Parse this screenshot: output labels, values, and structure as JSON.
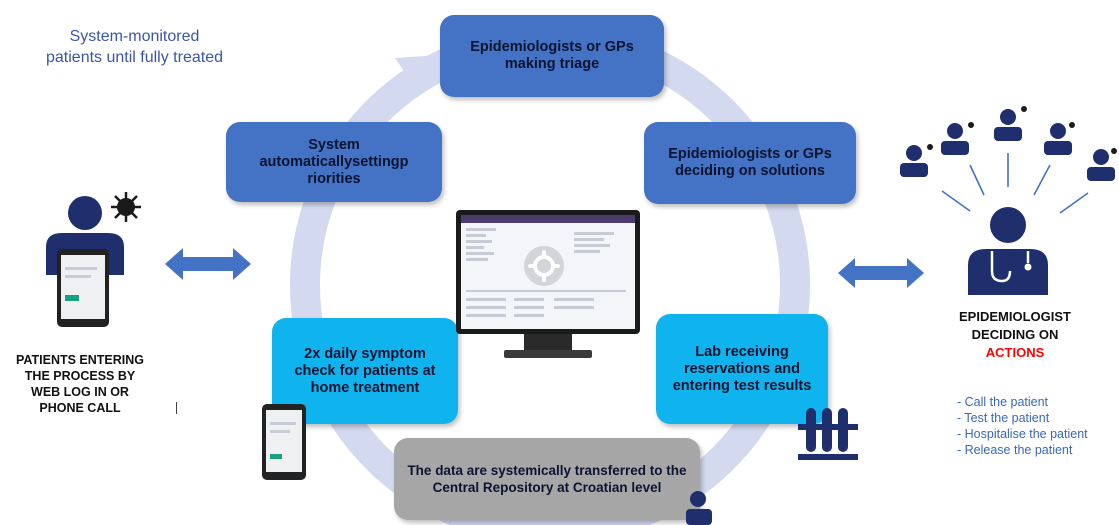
{
  "top_note": {
    "line1": "System-monitored",
    "line2": "patients until fully treated"
  },
  "boxes": {
    "triage": "Epidemiologists or GPs making triage",
    "priorities": "System automaticallysettingp riorities",
    "solutions": "Epidemiologists or GPs deciding on solutions",
    "symptom_check": "2x daily symptom check for patients at home treatment",
    "lab": "Lab receiving reservations and entering test results",
    "repository": "The data are systemically transferred to the Central Repository at Croatian level"
  },
  "patients_caption": [
    "PATIENTS ENTERING",
    "THE PROCESS BY",
    "WEB LOG IN OR",
    "PHONE CALL"
  ],
  "epidemiologist_caption": {
    "line1": "EPIDEMIOLOGIST",
    "line2": "DECIDING ON",
    "line3": "ACTIONS"
  },
  "actions": [
    "- Call the patient",
    "- Test the patient",
    "- Hospitalise the patient",
    "- Release the patient"
  ],
  "colors": {
    "dark_box": "#4472c4",
    "light_box": "#0fb4ee",
    "grey_box": "#a6a6a6",
    "cycle_ring": "#d3d9ee",
    "icon_navy": "#1f2f6e",
    "arrow_blue": "#4472c4",
    "actions_red": "#ff0000"
  },
  "icons": [
    "virus-icon",
    "tablet-icon",
    "doctor-icon",
    "person-icon",
    "test-tubes-icon",
    "monitor-icon",
    "gear-icon"
  ]
}
